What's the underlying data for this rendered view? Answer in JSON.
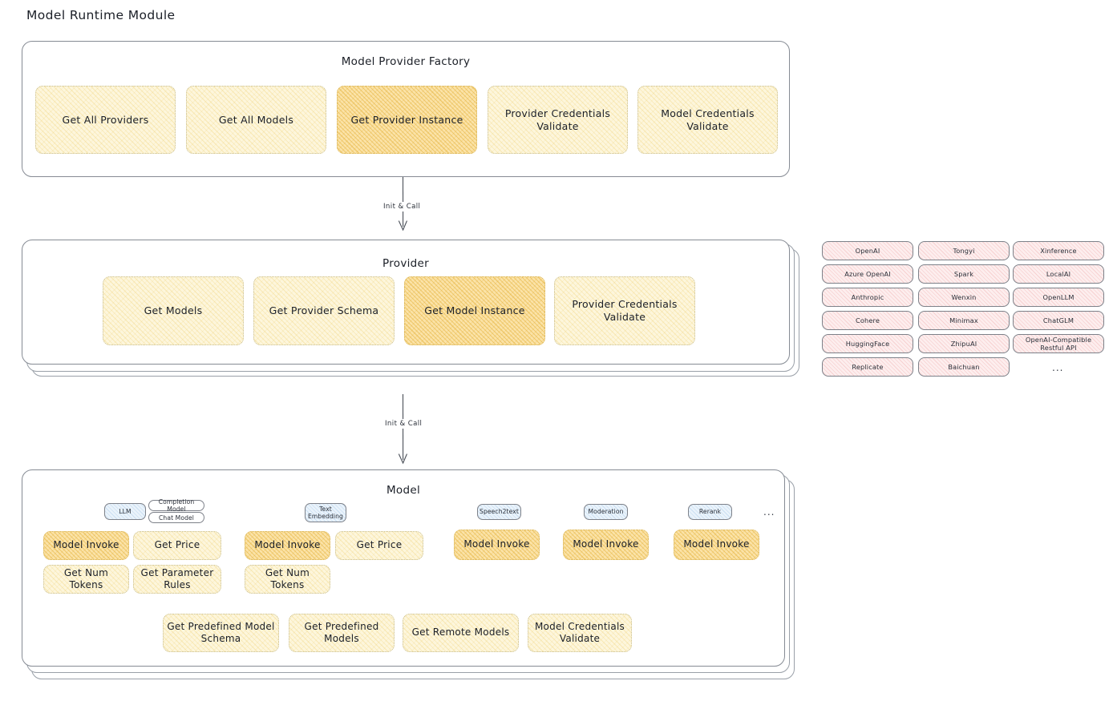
{
  "page": {
    "title": "Model Runtime Module"
  },
  "factory": {
    "title": "Model Provider Factory",
    "nodes": [
      {
        "label": "Get All Providers",
        "highlight": false
      },
      {
        "label": "Get All Models",
        "highlight": false
      },
      {
        "label": "Get Provider Instance",
        "highlight": true
      },
      {
        "label": "Provider Credentials Validate",
        "highlight": false
      },
      {
        "label": "Model Credentials Validate",
        "highlight": false
      }
    ]
  },
  "arrows": [
    {
      "label": "Init & Call"
    },
    {
      "label": "Init & Call"
    }
  ],
  "provider": {
    "title": "Provider",
    "nodes": [
      {
        "label": "Get Models",
        "highlight": false
      },
      {
        "label": "Get Provider Schema",
        "highlight": false
      },
      {
        "label": "Get Model Instance",
        "highlight": true
      },
      {
        "label": "Provider Credentials Validate",
        "highlight": false
      }
    ]
  },
  "provider_list": {
    "columns": [
      [
        "OpenAI",
        "Azure OpenAI",
        "Anthropic",
        "Cohere",
        "HuggingFace",
        "Replicate"
      ],
      [
        "Tongyi",
        "Spark",
        "Wenxin",
        "Minimax",
        "ZhipuAI",
        "Baichuan"
      ],
      [
        "Xinference",
        "LocalAI",
        "OpenLLM",
        "ChatGLM",
        "OpenAI-Compatible Restful API"
      ]
    ],
    "more": "..."
  },
  "model": {
    "title": "Model",
    "more": "...",
    "types": [
      {
        "badge": "LLM",
        "sub_badges": [
          "Completion Model",
          "Chat Model"
        ],
        "methods": [
          {
            "label": "Model Invoke",
            "highlight": true
          },
          {
            "label": "Get Price",
            "highlight": false
          },
          {
            "label": "Get Num Tokens",
            "highlight": false
          },
          {
            "label": "Get Parameter Rules",
            "highlight": false
          }
        ]
      },
      {
        "badge": "Text Embedding",
        "sub_badges": [],
        "methods": [
          {
            "label": "Model Invoke",
            "highlight": true
          },
          {
            "label": "Get Price",
            "highlight": false
          },
          {
            "label": "Get Num Tokens",
            "highlight": false
          }
        ]
      },
      {
        "badge": "Speech2text",
        "sub_badges": [],
        "methods": [
          {
            "label": "Model Invoke",
            "highlight": true
          }
        ]
      },
      {
        "badge": "Moderation",
        "sub_badges": [],
        "methods": [
          {
            "label": "Model Invoke",
            "highlight": true
          }
        ]
      },
      {
        "badge": "Rerank",
        "sub_badges": [],
        "methods": [
          {
            "label": "Model Invoke",
            "highlight": true
          }
        ]
      }
    ],
    "common_methods": [
      "Get Predefined Model Schema",
      "Get Predefined Models",
      "Get Remote Models",
      "Model Credentials Validate"
    ]
  },
  "colors": {
    "node_fill": "#fdf6dc",
    "node_fill_highlight": "#fbe3a8",
    "node_border": "#c9bf92",
    "chip_pink": "#fdeeee",
    "chip_blue": "#eaf3fb",
    "panel_border": "#868b94",
    "text": "#1b1f27"
  }
}
